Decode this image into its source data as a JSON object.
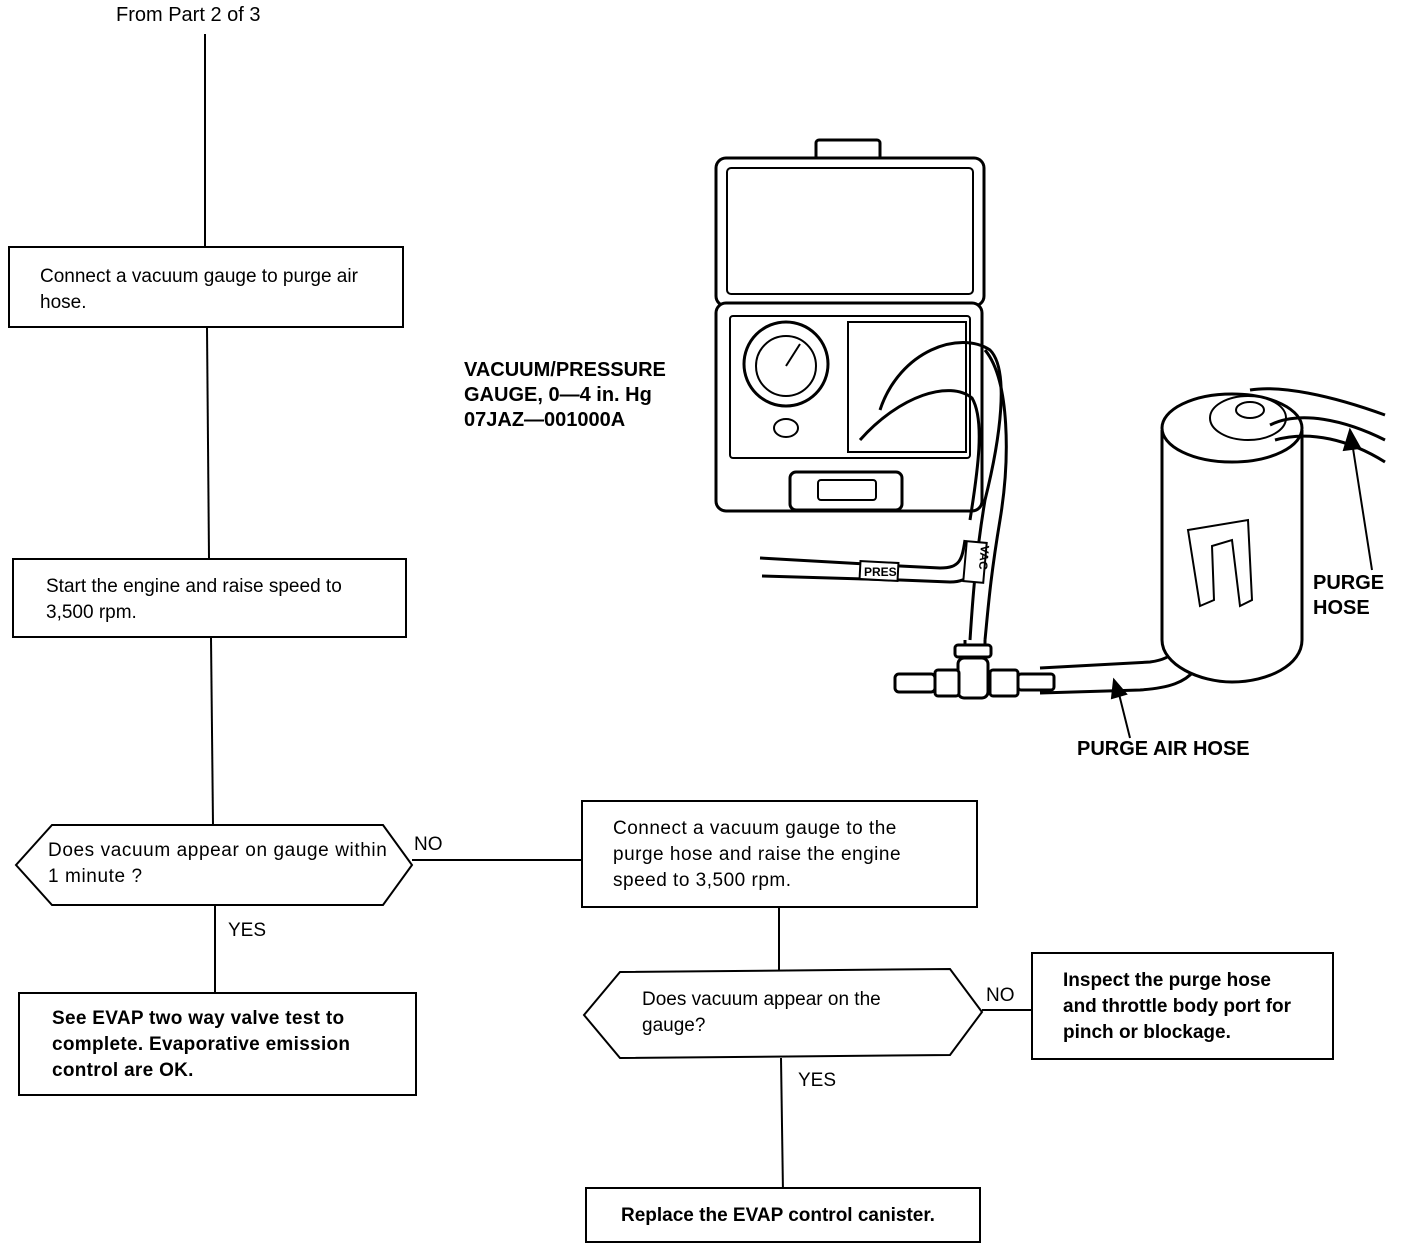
{
  "flow": {
    "from_label": "From Part 2 of 3",
    "step1": "Connect a vacuum gauge to purge air hose.",
    "step2": "Start the engine and raise speed to 3,500 rpm.",
    "decision1": "Does vacuum appear on gauge within 1 minute ?",
    "decision1_yes": "YES",
    "decision1_no": "NO",
    "result_ok": "See EVAP two way valve test to complete. Evaporative emission control are OK.",
    "step3": "Connect a vacuum gauge to the purge hose and raise the engine speed to 3,500 rpm.",
    "decision2": "Does vacuum appear on the gauge?",
    "decision2_yes": "YES",
    "decision2_no": "NO",
    "result_inspect": "Inspect the purge hose and throttle body port for pinch or blockage.",
    "result_replace": "Replace the EVAP control canister."
  },
  "illustration": {
    "gauge_label_1": "VACUUM/PRESSURE",
    "gauge_label_2": "GAUGE, 0—4 in. Hg",
    "gauge_label_3": "07JAZ—001000A",
    "purge_hose_1": "PURGE",
    "purge_hose_2": "HOSE",
    "purge_air_hose": "PURGE AIR HOSE",
    "tag_pres": "PRES",
    "tag_vac": "VAC"
  }
}
